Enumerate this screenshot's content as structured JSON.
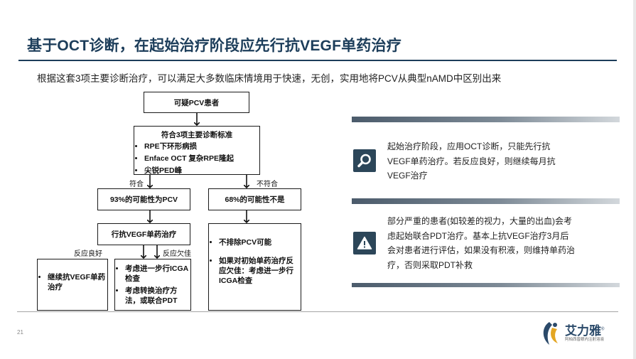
{
  "title": "基于OCT诊断，在起始治疗阶段应先行抗VEGF单药治疗",
  "subtitle": "根据这套3项主要诊断治疗，可以满足大多数临床情境用于快速，无创，实用地将PCV从典型nAMD中区别出来",
  "flowchart": {
    "start": "可疑PCV患者",
    "criteria": {
      "heading": "符合3项主要诊断标准",
      "items": [
        "RPE下环形病损",
        "Enface OCT 复杂RPE隆起",
        "尖锐PED峰"
      ]
    },
    "branch_yes_label": "符合",
    "branch_no_label": "不符合",
    "yes_result": "93%的可能性为PCV",
    "no_result": "68%的可能性不是",
    "treatment": "行抗VEGF单药治疗",
    "good_response_label": "反应良好",
    "poor_response_label": "反应欠佳",
    "good_box": [
      "继续抗VEGF单药治疗"
    ],
    "poor_box": [
      "考虑进一步行ICGA检查",
      "考虑转换治疗方法，或联合PDT"
    ],
    "no_box": [
      "不排除PCV可能",
      "如果对初始单药治疗反应欠佳：考虑进一步行ICGA检查"
    ]
  },
  "info": [
    {
      "icon": "magnifier-icon",
      "text": "起始治疗阶段，应用OCT诊断，只能先行抗VEGF单药治疗。若反应良好，则继续每月抗VEGF治疗"
    },
    {
      "icon": "warning-icon",
      "text": "部分严重的患者(如较差的视力，大量的出血)会考虑起始联合PDT治疗。基本上抗VEGF治疗3月后会对患者进行评估，如果没有积液，则维持单药治疗，否则采取PDT补救"
    }
  ],
  "footer": {
    "page_number": "21",
    "logo_text": "艾力雅",
    "logo_subtext": "阿柏西普眼内注射溶液",
    "logo_mark": "®"
  },
  "colors": {
    "title": "#1c3d5a",
    "icon_bg": "#2c4659",
    "logo": "#2b4a6a"
  }
}
